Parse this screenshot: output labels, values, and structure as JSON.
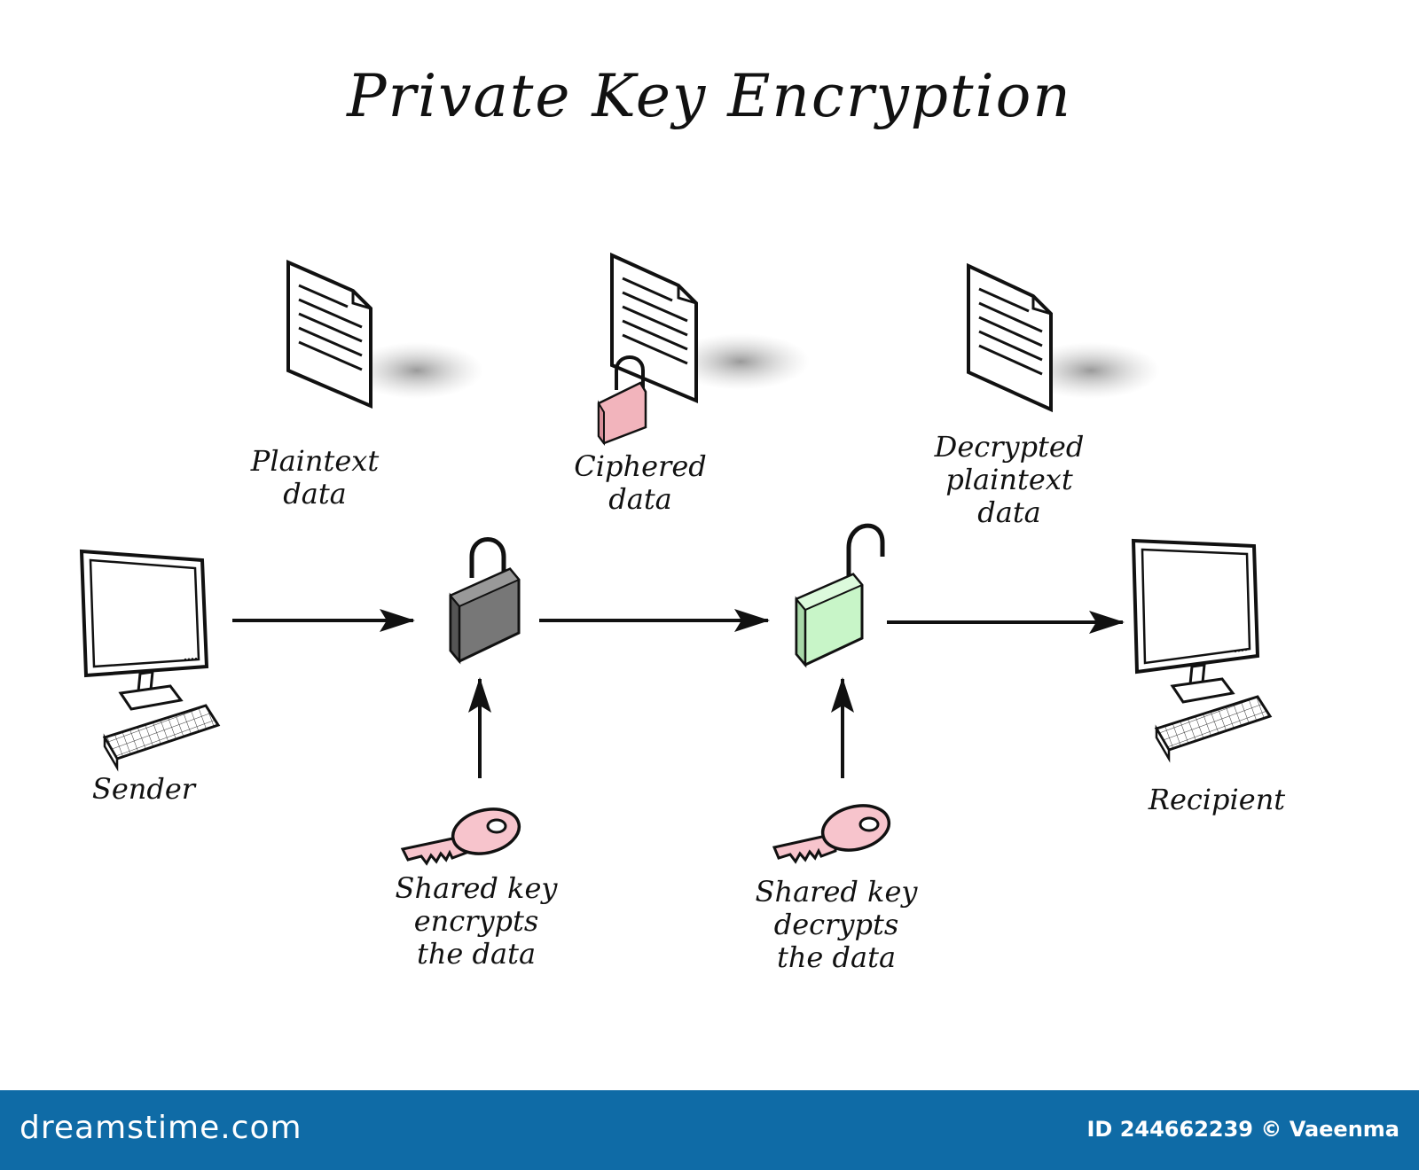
{
  "title": "Private Key Encryption",
  "labels": {
    "plaintext": "Plaintext\ndata",
    "ciphered": "Ciphered\ndata",
    "decrypted": "Decrypted\nplaintext\ndata",
    "sender": "Sender",
    "recipient": "Recipient",
    "encrypt_key": "Shared key\nencrypts\nthe data",
    "decrypt_key": "Shared key\ndecrypts\nthe data"
  },
  "colors": {
    "ink": "#111111",
    "locked_padlock": "#777777",
    "open_padlock": "#c8f5c8",
    "pink_lock": "#f2b4bc",
    "key": "#f7c4cc",
    "footer": "#0f6ba6"
  },
  "icons": [
    "document-icon",
    "padlock-icon",
    "monitor-icon",
    "keyboard-icon",
    "key-icon",
    "arrow-icon"
  ],
  "footer": {
    "brand": "dreamstime.com",
    "credit": "ID 244662239 © Vaeenma"
  }
}
